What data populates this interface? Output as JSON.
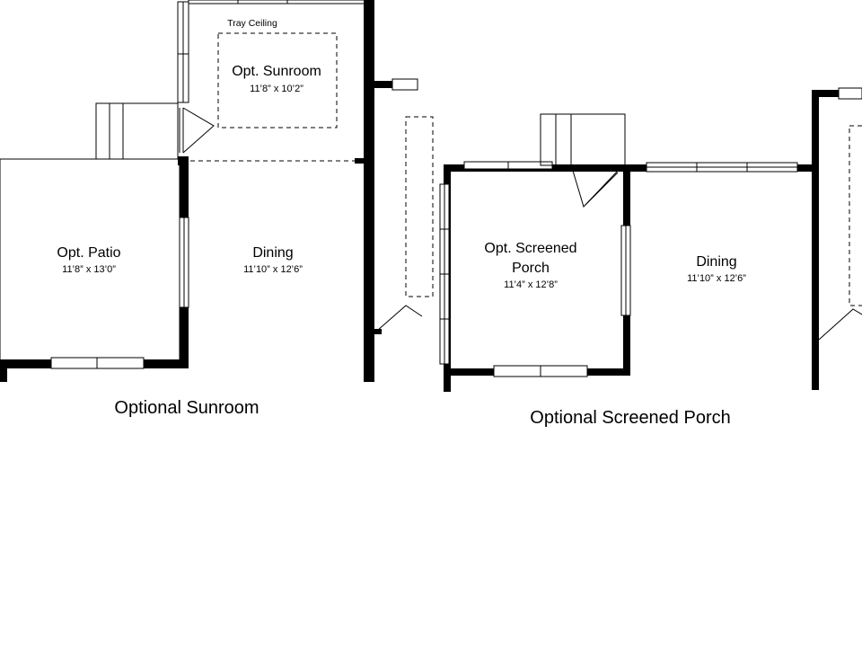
{
  "sunroom_plan": {
    "tray_note": "Tray Ceiling",
    "sunroom": {
      "name": "Opt. Sunroom",
      "size": "11’8” x 10’2”"
    },
    "patio": {
      "name": "Opt. Patio",
      "size": "11’8” x 13’0”"
    },
    "dining": {
      "name": "Dining",
      "size": "11’10” x 12’6”"
    },
    "caption": "Optional Sunroom"
  },
  "porch_plan": {
    "porch": {
      "name_line1": "Opt. Screened",
      "name_line2": "Porch",
      "size": "11’4” x 12’8”"
    },
    "dining": {
      "name": "Dining",
      "size": "11’10” x 12’6”"
    },
    "caption": "Optional Screened Porch"
  }
}
